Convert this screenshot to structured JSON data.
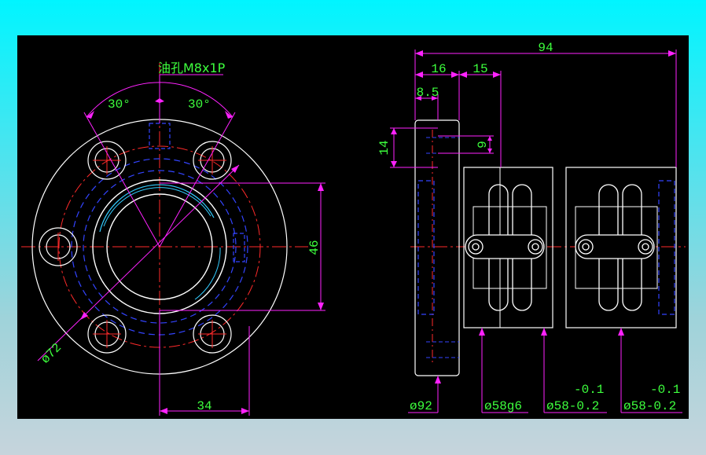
{
  "colors": {
    "background": "#000000",
    "outline": "#ffffff",
    "hidden": "#3344ff",
    "center": "#ff2a2a",
    "dimension": "#ff22ff",
    "text": "#3dff3d",
    "thread": "#33ccff"
  },
  "front_view": {
    "oil_hole_note": "油孔M8x1P",
    "angle_left": "30°",
    "angle_right": "30°",
    "dia_flange": "ø72",
    "height_dim": "46",
    "width_dim": "34"
  },
  "side_view": {
    "overall_length": "94",
    "flange_thickness": "16",
    "gap_15": "15",
    "offset_85": "8.5",
    "height_14": "14",
    "hole_9": "9",
    "dia_92": "ø92",
    "dia_58g6": "ø58g6",
    "tol_a_upper": "-0.1",
    "tol_a_lower": "ø58-0.2",
    "tol_b_upper": "-0.1",
    "tol_b_lower": "ø58-0.2"
  }
}
